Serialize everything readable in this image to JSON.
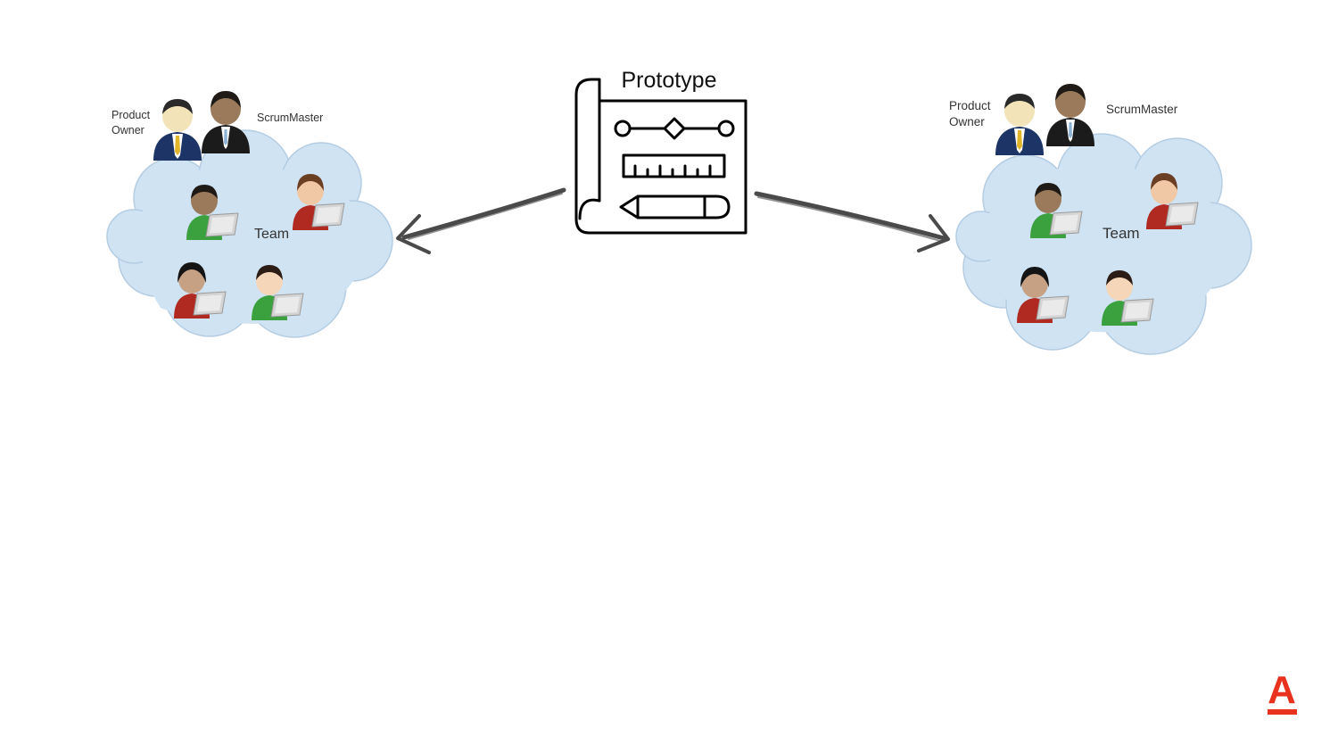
{
  "prototype": {
    "title": "Prototype"
  },
  "left_group": {
    "product_owner_line1": "Product",
    "product_owner_line2": "Owner",
    "scrum_master": "ScrumMaster",
    "team": "Team"
  },
  "right_group": {
    "product_owner_line1": "Product",
    "product_owner_line2": "Owner",
    "scrum_master": "ScrumMaster",
    "team": "Team"
  },
  "colors": {
    "cloud_fill": "#cfe3f3",
    "cloud_stroke": "#b4cde2",
    "arrow": "#4a4a4a",
    "logo_red": "#e8321e",
    "suit_blue": "#1c3566",
    "suit_black": "#1b1b1b",
    "shirt_green": "#3ba03e",
    "shirt_red": "#b02a22"
  },
  "logo": {
    "letter": "A"
  }
}
